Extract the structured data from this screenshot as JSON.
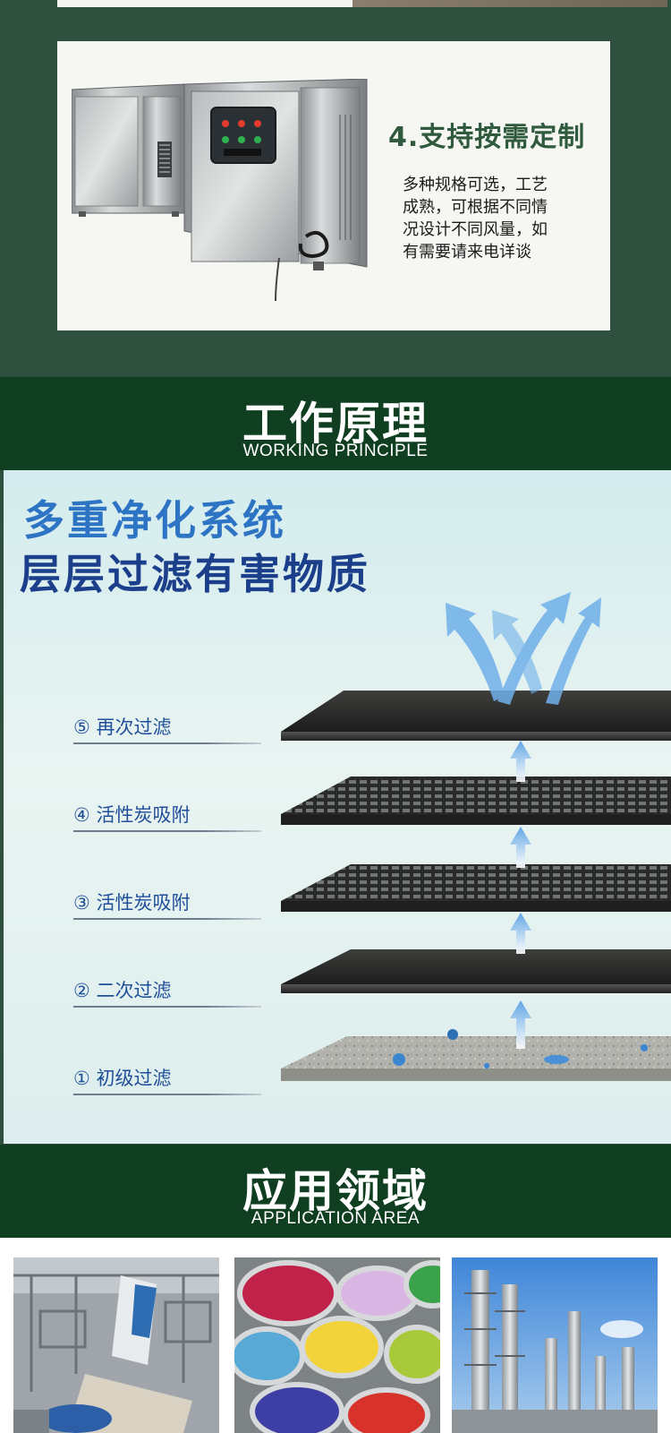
{
  "feature": {
    "title": "4.支持按需定制",
    "lines": [
      "多种规格可选，工艺",
      "成熟，可根据不同情",
      "况设计不同风量，如",
      "有需要请来电详谈"
    ]
  },
  "working_principle": {
    "title_zh": "工作原理",
    "title_en": "WORKING PRINCIPLE",
    "headline_1": "多重净化系统",
    "headline_2": "层层过滤有害物质",
    "layers": [
      {
        "label": "⑤ 再次过滤"
      },
      {
        "label": "④ 活性炭吸附"
      },
      {
        "label": "③ 活性炭吸附"
      },
      {
        "label": "② 二次过滤"
      },
      {
        "label": "① 初级过滤"
      }
    ]
  },
  "application": {
    "title_zh": "应用领域",
    "title_en": "APPLICATION  AREA",
    "images": [
      {
        "name": "aircraft-spray-hangar"
      },
      {
        "name": "paint-cans"
      },
      {
        "name": "chemical-plant"
      }
    ]
  },
  "colors": {
    "background_green": "#2f4f3f",
    "header_green": "#0f3e20",
    "feature_title": "#2f5a3e",
    "headline_blue": "#2e74c4",
    "headline_navy": "#1c3f8c"
  }
}
